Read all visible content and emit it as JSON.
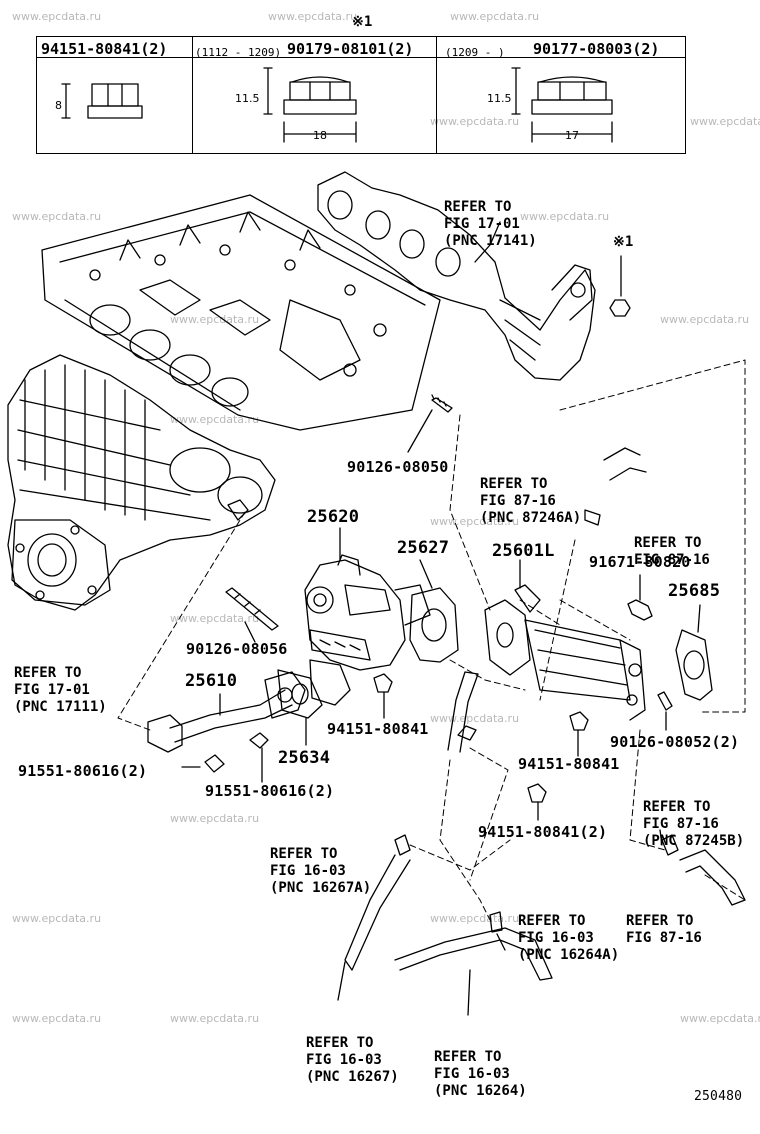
{
  "watermark": "www.epcdata.ru",
  "table": {
    "marker": "※1",
    "col1": {
      "part": "94151-80841(2)",
      "dim_h": "8"
    },
    "col2": {
      "range": "(1112 - 1209)",
      "part": "90179-08101(2)",
      "dim_h": "11.5",
      "dim_w": "18"
    },
    "col3": {
      "range": "(1209 -       )",
      "part": "90177-08003(2)",
      "dim_h": "11.5",
      "dim_w": "17"
    }
  },
  "note_marker": "※1",
  "parts": {
    "p25620": "25620",
    "p25627": "25627",
    "p25601L": "25601L",
    "p25685": "25685",
    "p25610": "25610",
    "p25634": "25634",
    "p90126_08050": "90126-08050",
    "p90126_08056": "90126-08056",
    "p91671_80820": "91671-80820",
    "p94151_80841_a": "94151-80841",
    "p94151_80841_b": "94151-80841",
    "p94151_80841_c": "94151-80841(2)",
    "p90126_08052": "90126-08052(2)",
    "p91551_80616_a": "91551-80616(2)",
    "p91551_80616_b": "91551-80616(2)"
  },
  "refs": {
    "r1": {
      "l1": "REFER TO",
      "l2": "FIG 17-01",
      "l3": "(PNC 17141)"
    },
    "r2": {
      "l1": "REFER TO",
      "l2": "FIG 87-16",
      "l3": "(PNC 87246A)"
    },
    "r3": {
      "l1": "REFER TO",
      "l2": "FIG 87-16"
    },
    "r4": {
      "l1": "REFER TO",
      "l2": "FIG 17-01",
      "l3": "(PNC 17111)"
    },
    "r5": {
      "l1": "REFER TO",
      "l2": "FIG 87-16",
      "l3": "(PNC 87245B)"
    },
    "r6": {
      "l1": "REFER TO",
      "l2": "FIG 16-03",
      "l3": "(PNC 16267A)"
    },
    "r7": {
      "l1": "REFER TO",
      "l2": "FIG 16-03",
      "l3": "(PNC 16264A)"
    },
    "r8": {
      "l1": "REFER TO",
      "l2": "FIG 87-16"
    },
    "r9": {
      "l1": "REFER TO",
      "l2": "FIG 16-03",
      "l3": "(PNC 16267)"
    },
    "r10": {
      "l1": "REFER TO",
      "l2": "FIG 16-03",
      "l3": "(PNC 16264)"
    }
  },
  "figure_id": "250480"
}
